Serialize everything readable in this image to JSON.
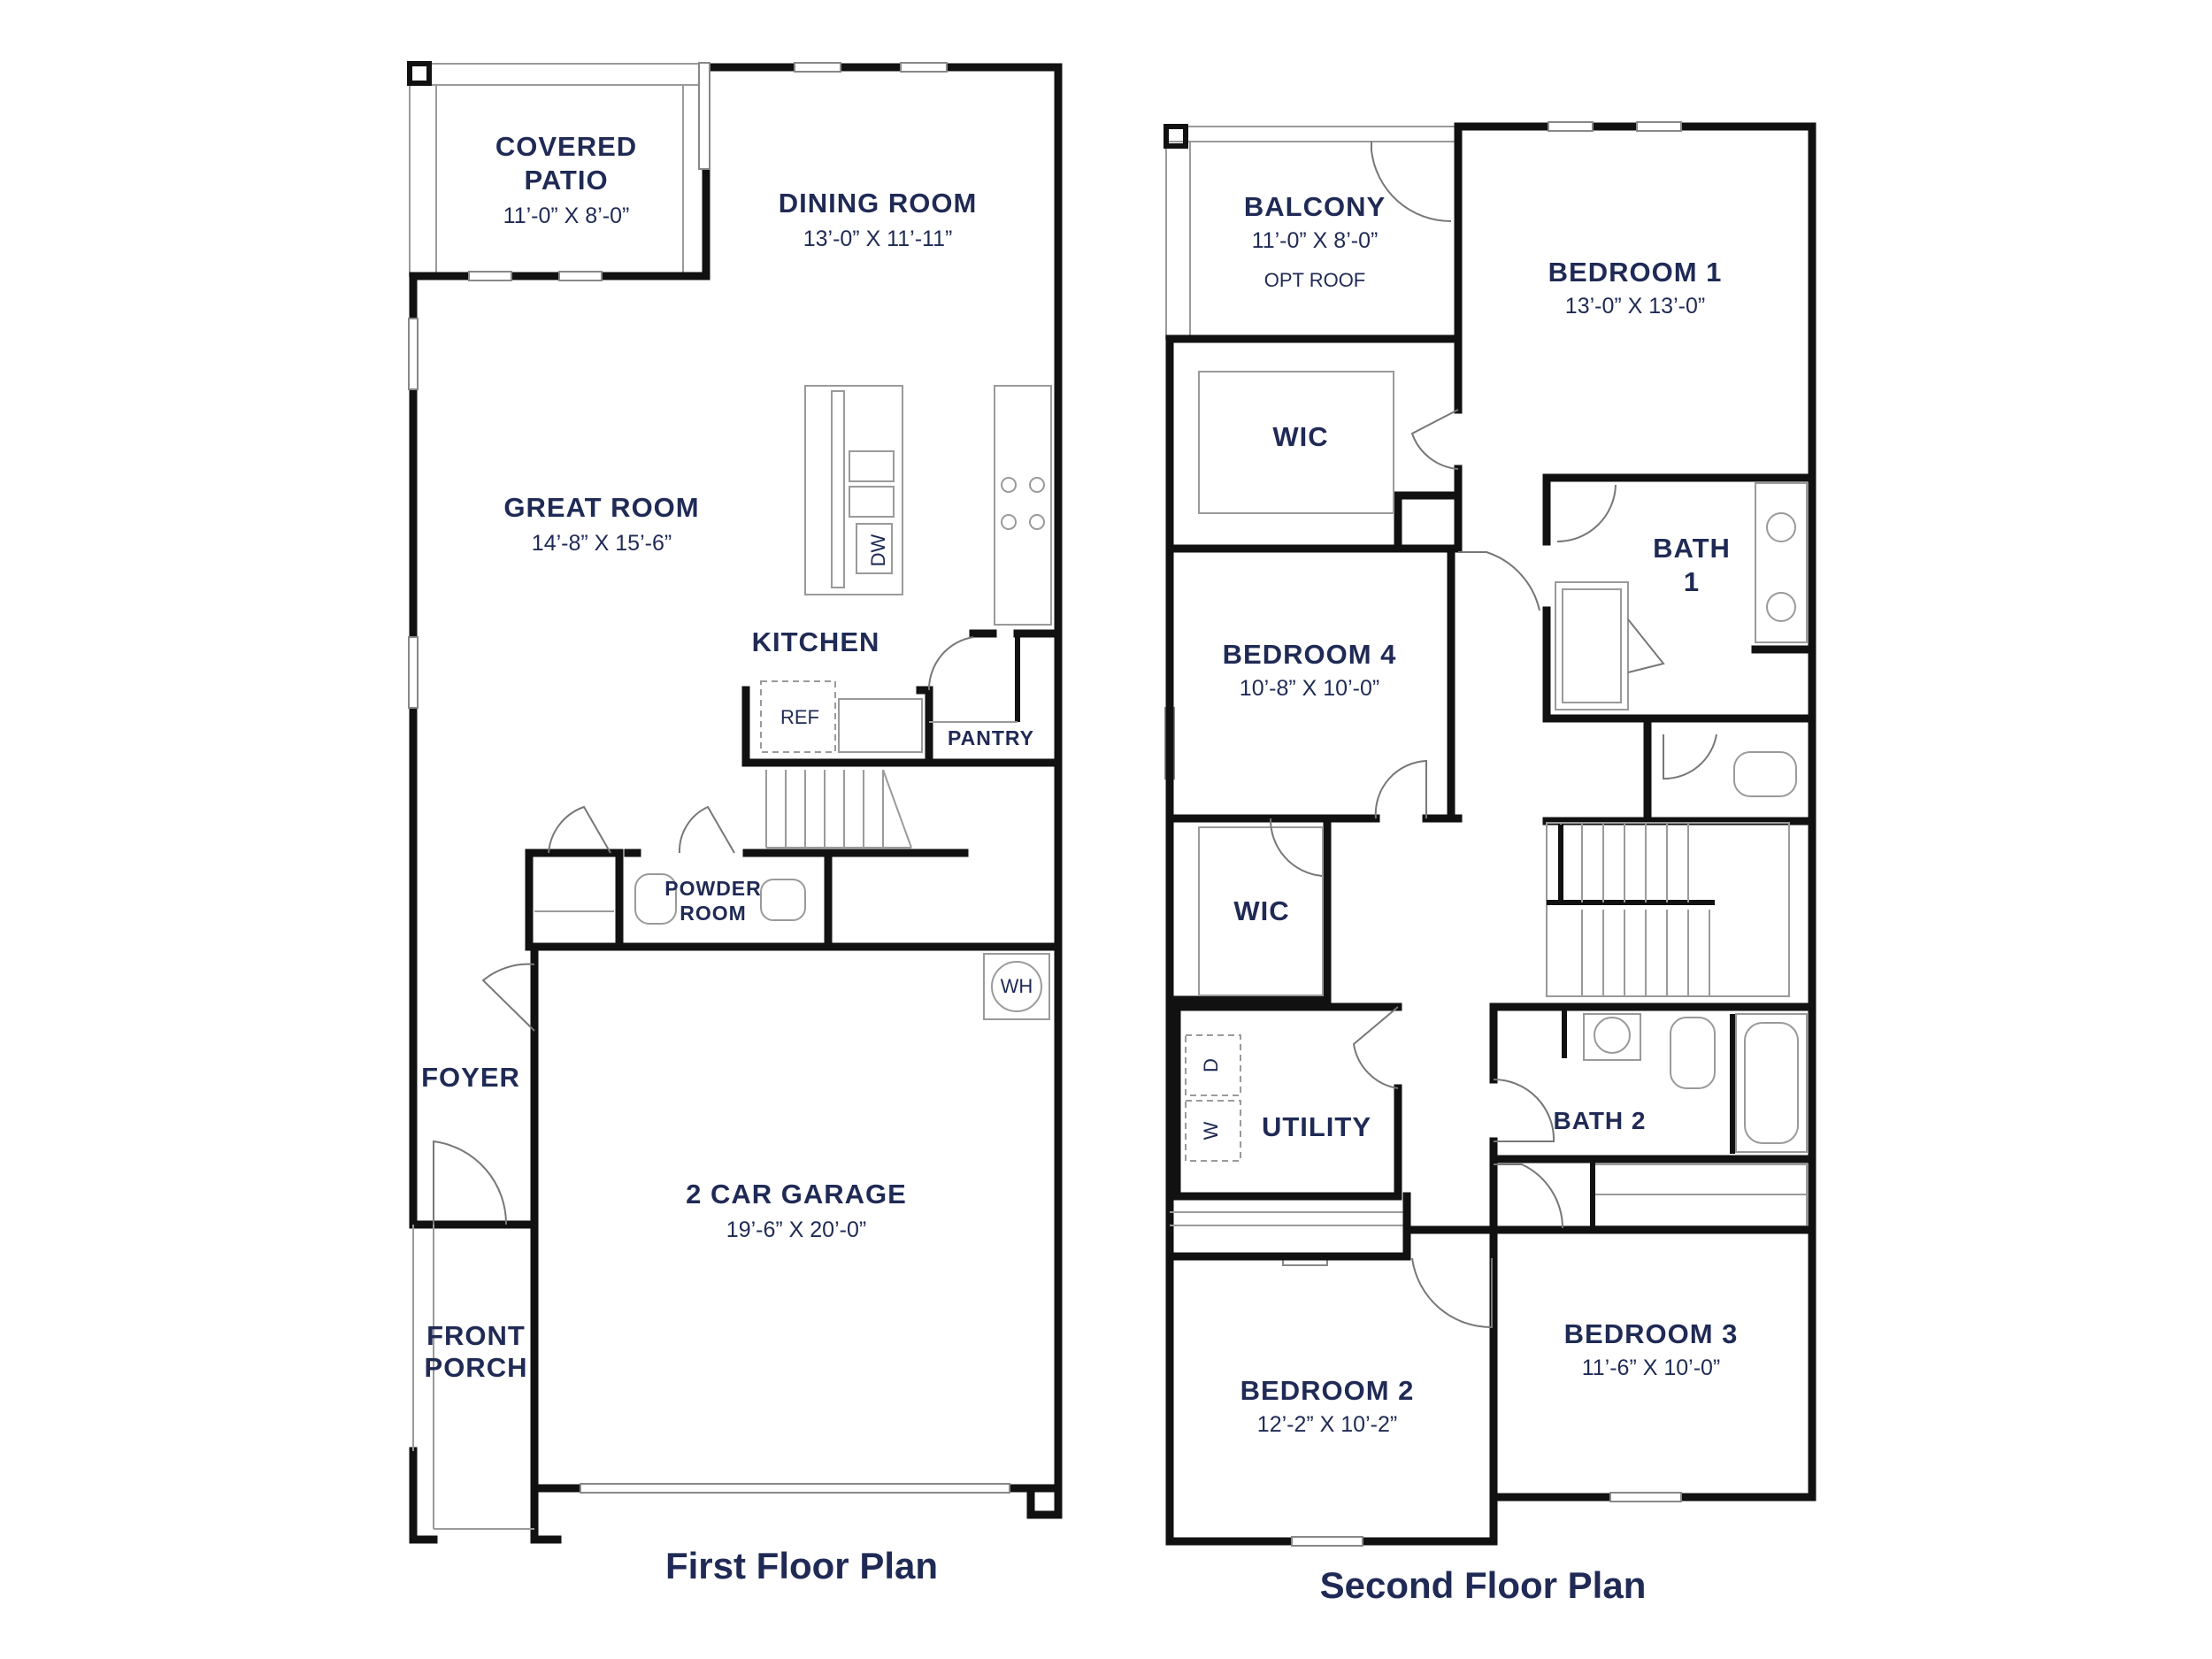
{
  "first_floor": {
    "title": "First Floor Plan",
    "rooms": {
      "covered_patio": {
        "line1": "COVERED",
        "line2": "PATIO",
        "dim": "11’-0” X 8’-0”"
      },
      "dining_room": {
        "name": "DINING ROOM",
        "dim": "13’-0” X 11’-11”"
      },
      "great_room": {
        "name": "GREAT ROOM",
        "dim": "14’-8” X 15’-6”"
      },
      "kitchen": {
        "name": "KITCHEN"
      },
      "pantry": {
        "name": "PANTRY"
      },
      "powder_room": {
        "line1": "POWDER",
        "line2": "ROOM"
      },
      "foyer": {
        "name": "FOYER"
      },
      "garage": {
        "name": "2 CAR GARAGE",
        "dim": "19’-6” X 20’-0”"
      },
      "front_porch": {
        "line1": "FRONT",
        "line2": "PORCH"
      }
    },
    "appliances": {
      "dishwasher": "DW",
      "refrigerator": "REF",
      "water_heater": "WH"
    }
  },
  "second_floor": {
    "title": "Second Floor Plan",
    "rooms": {
      "balcony": {
        "name": "BALCONY",
        "dim": "11’-0” X 8’-0”",
        "note": "OPT ROOF"
      },
      "bedroom1": {
        "name": "BEDROOM 1",
        "dim": "13’-0” X 13’-0”"
      },
      "wic_top": {
        "name": "WIC"
      },
      "bath1": {
        "line1": "BATH",
        "line2": "1"
      },
      "bedroom4": {
        "name": "BEDROOM 4",
        "dim": "10’-8” X 10’-0”"
      },
      "wic_mid": {
        "name": "WIC"
      },
      "utility": {
        "name": "UTILITY"
      },
      "bath2": {
        "name": "BATH 2"
      },
      "bedroom3": {
        "name": "BEDROOM 3",
        "dim": "11’-6” X 10’-0”"
      },
      "bedroom2": {
        "name": "BEDROOM 2",
        "dim": "12’-2” X 10’-2”"
      }
    },
    "appliances": {
      "dryer": "D",
      "washer": "W"
    }
  },
  "colors": {
    "label": "#1f2a55",
    "wall": "#111111",
    "fixture": "#9a9a9a"
  }
}
